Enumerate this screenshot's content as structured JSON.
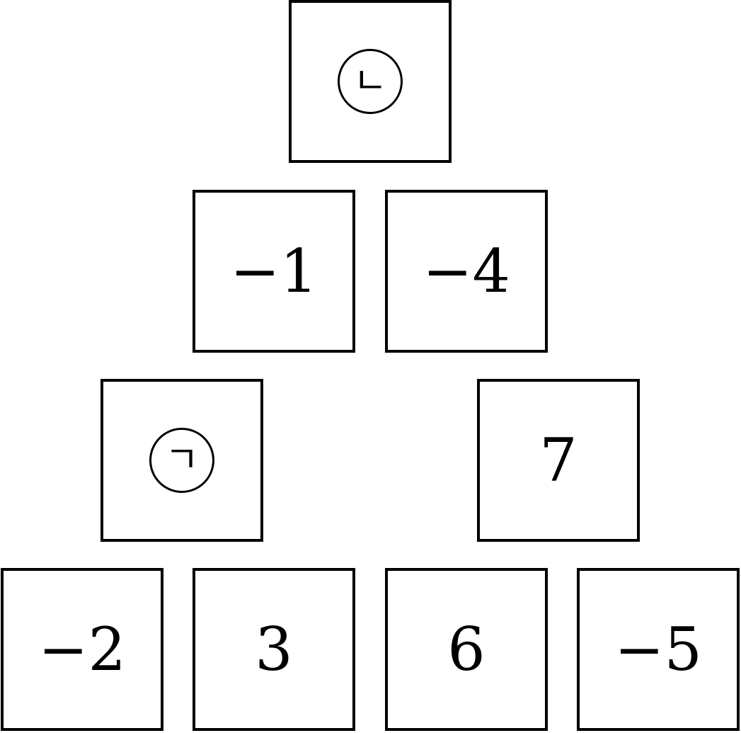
{
  "pyramid": {
    "row1": {
      "cell1": {
        "label": "ㄴ",
        "marker": "circled"
      }
    },
    "row2": {
      "cell1": {
        "value": "−1"
      },
      "cell2": {
        "value": "−4"
      }
    },
    "row3": {
      "cell1": {
        "label": "ㄱ",
        "marker": "circled"
      },
      "cell2": {
        "value": "7"
      }
    },
    "row4": {
      "cell1": {
        "value": "−2"
      },
      "cell2": {
        "value": "3"
      },
      "cell3": {
        "value": "6"
      },
      "cell4": {
        "value": "−5"
      }
    }
  }
}
